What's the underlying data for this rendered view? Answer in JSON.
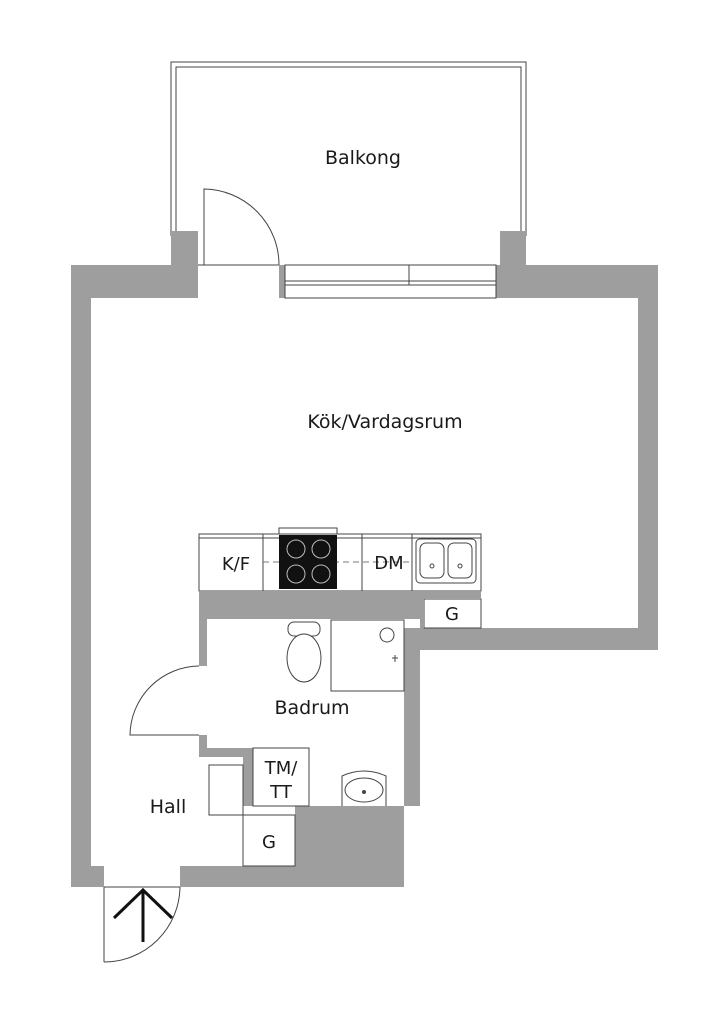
{
  "rooms": {
    "balkong": "Balkong",
    "living": "Kök/Vardagsrum",
    "bathroom": "Badrum",
    "hall": "Hall"
  },
  "fixtures": {
    "fridge": "K/F",
    "dishwasher": "DM",
    "wardrobe_kitchen": "G",
    "wardrobe_hall": "G",
    "washer_line1": "TM/",
    "washer_line2": "TT"
  },
  "icons": [
    "entrance-arrow-icon",
    "stove-icon",
    "sink-icon",
    "toilet-icon",
    "washbasin-icon",
    "shower-icon"
  ],
  "colors": {
    "wall": "#9e9e9e",
    "line": "#444444",
    "background": "#ffffff",
    "stove": "#111111"
  }
}
